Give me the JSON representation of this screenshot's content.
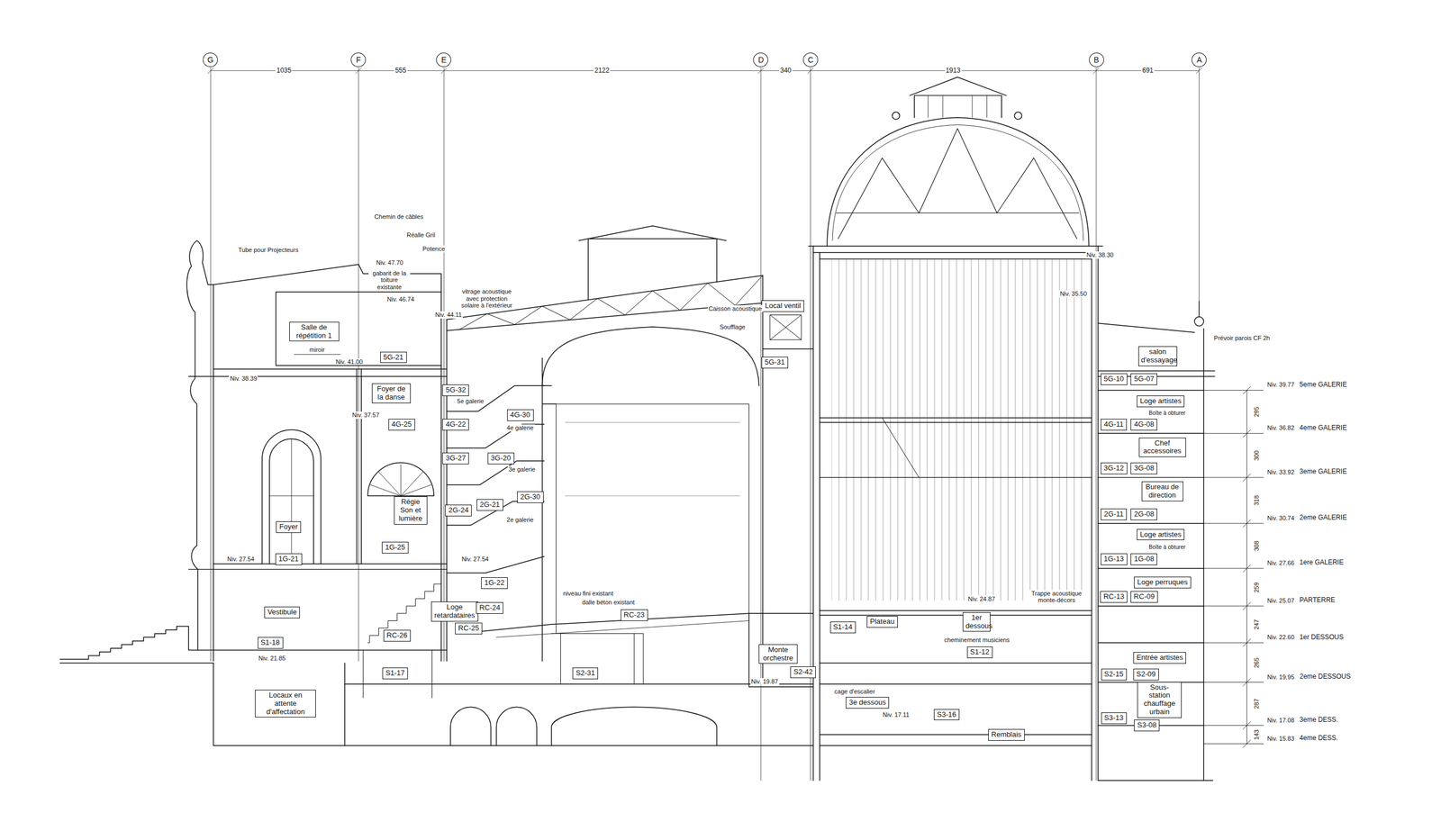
{
  "diagram": {
    "nodes": [
      {
        "text": [
          "G"
        ]
      },
      {
        "text": [
          "F"
        ]
      },
      {
        "text": [
          "E"
        ]
      },
      {
        "text": [
          "D"
        ]
      },
      {
        "text": [
          "C"
        ]
      },
      {
        "text": [
          "B"
        ]
      },
      {
        "text": [
          "A"
        ]
      },
      {
        "text": [
          "Salle de répétition 1"
        ]
      },
      {
        "text": [
          "5G-21"
        ]
      },
      {
        "text": [
          "Foyer de la danse"
        ]
      },
      {
        "text": [
          "4G-25"
        ]
      },
      {
        "text": [
          "5G-32"
        ]
      },
      {
        "text": [
          "4G-30"
        ]
      },
      {
        "text": [
          "4G-22"
        ]
      },
      {
        "text": [
          "3G-27"
        ]
      },
      {
        "text": [
          "3G-20"
        ]
      },
      {
        "text": [
          "Régie Son et lumière"
        ]
      },
      {
        "text": [
          "2G-24"
        ]
      },
      {
        "text": [
          "2G-21"
        ]
      },
      {
        "text": [
          "2G-30"
        ]
      },
      {
        "text": [
          "Foyer"
        ]
      },
      {
        "text": [
          "1G-25"
        ]
      },
      {
        "text": [
          "1G-21"
        ]
      },
      {
        "text": [
          "1G-22"
        ]
      },
      {
        "text": [
          "Loge retardataires"
        ]
      },
      {
        "text": [
          "RC-24"
        ]
      },
      {
        "text": [
          "RC-25"
        ]
      },
      {
        "text": [
          "RC-23"
        ]
      },
      {
        "text": [
          "Vestibule"
        ]
      },
      {
        "text": [
          "RC-26"
        ]
      },
      {
        "text": [
          "S1-18"
        ]
      },
      {
        "text": [
          "S1-17"
        ]
      },
      {
        "text": [
          "S2-31"
        ]
      },
      {
        "text": [
          "Locaux en attente d'affectation"
        ]
      },
      {
        "text": [
          "Local ventil"
        ]
      },
      {
        "text": [
          "5G-31"
        ]
      },
      {
        "text": [
          "Monte orchestre"
        ]
      },
      {
        "text": [
          "S2-42"
        ]
      },
      {
        "text": [
          "S1-14"
        ]
      },
      {
        "text": [
          "Plateau"
        ]
      },
      {
        "text": [
          "1er dessous"
        ]
      },
      {
        "text": [
          "S1-12"
        ]
      },
      {
        "text": [
          "3e dessous"
        ]
      },
      {
        "text": [
          "S3-16"
        ]
      },
      {
        "text": [
          "Remblais"
        ]
      },
      {
        "text": [
          "salon d'essayage"
        ]
      },
      {
        "text": [
          "5G-10"
        ]
      },
      {
        "text": [
          "5G-07"
        ]
      },
      {
        "text": [
          "Loge artistes"
        ]
      },
      {
        "text": [
          "4G-11"
        ]
      },
      {
        "text": [
          "4G-08"
        ]
      },
      {
        "text": [
          "Chef accessoires"
        ]
      },
      {
        "text": [
          "3G-12"
        ]
      },
      {
        "text": [
          "3G-08"
        ]
      },
      {
        "text": [
          "Bureau de direction"
        ]
      },
      {
        "text": [
          "2G-11"
        ]
      },
      {
        "text": [
          "2G-08"
        ]
      },
      {
        "text": [
          "Loge artistes"
        ]
      },
      {
        "text": [
          "1G-13"
        ]
      },
      {
        "text": [
          "1G-08"
        ]
      },
      {
        "text": [
          "Loge perruques"
        ]
      },
      {
        "text": [
          "RC-13"
        ]
      },
      {
        "text": [
          "RC-09"
        ]
      },
      {
        "text": [
          "Entrée artistes"
        ]
      },
      {
        "text": [
          "S2-15"
        ]
      },
      {
        "text": [
          "S2-09"
        ]
      },
      {
        "text": [
          "Sous-station chauffage urbain"
        ]
      },
      {
        "text": [
          "S3-13"
        ]
      },
      {
        "text": [
          "S3-08"
        ]
      }
    ],
    "labels": [
      "1035",
      "555",
      "2122",
      "340",
      "1913",
      "691",
      "Tube pour Projecteurs",
      "Chemin de câbles",
      "Réalle Gril",
      "Potence",
      "Niv. 47.70",
      "gabarit de la toiture existante",
      "Niv. 46.74",
      "Niv. 44.11",
      "vitrage acoustique avec protection solaire à l'extérieur",
      "miroir",
      "Niv. 41.00",
      "Niv. 38.39",
      "Niv. 37.57",
      "5e galerie",
      "4e galerie",
      "3e galerie",
      "2e galerie",
      "Niv. 27.54",
      "Niv. 27.54",
      "Niv. 21.85",
      "niveau fini existant",
      "dalle béton existant",
      "Caisson acoustique",
      "Soufflage",
      "Niv. 38.30",
      "Niv. 35.50",
      "Prévoir parois CF 2h",
      "Boîte à obturer",
      "Boîte à obturer",
      "Trappe acoustique monte-décors",
      "Niv. 24.87",
      "cheminement musiciens",
      "Niv. 19.87",
      "cage d'escalier",
      "Niv. 17.11",
      "Niv. 39.77",
      "5eme GALERIE",
      "Niv. 36.82",
      "4eme GALERIE",
      "Niv. 33.92",
      "3eme GALERIE",
      "Niv. 30.74",
      "2eme GALERIE",
      "Niv. 27.66",
      "1ere GALERIE",
      "Niv. 25.07",
      "PARTERRE",
      "Niv. 22.60",
      "1er DESSOUS",
      "Niv. 19.95",
      "2eme DESSOUS",
      "Niv. 17.08",
      "3eme DESS.",
      "Niv. 15.83",
      "4eme DESS.",
      "295",
      "300",
      "318",
      "308",
      "259",
      "247",
      "265",
      "287",
      "143"
    ]
  }
}
